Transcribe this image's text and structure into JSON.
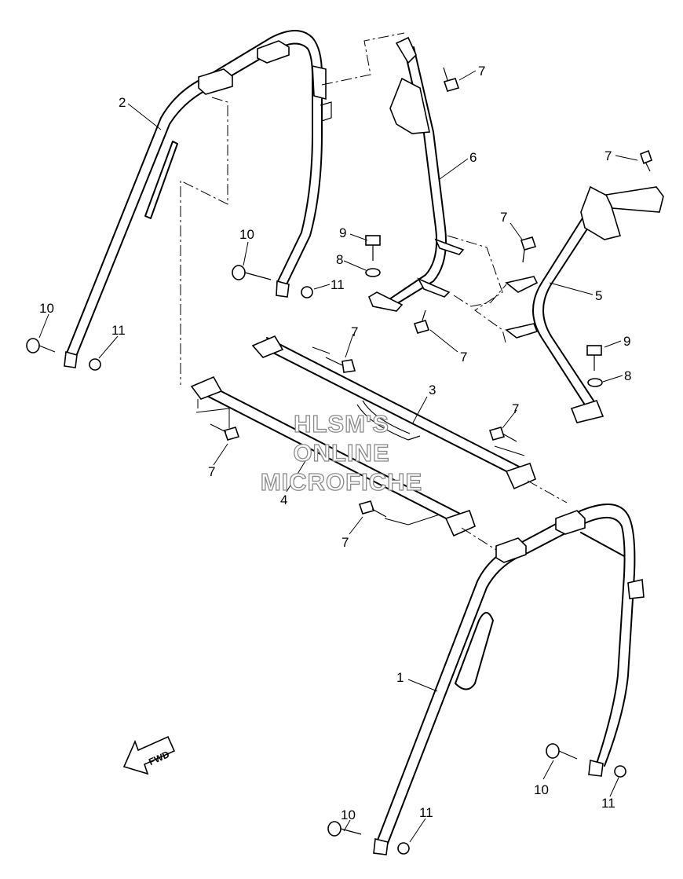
{
  "callouts": {
    "p1": "1",
    "p2": "2",
    "p3": "3",
    "p4": "4",
    "p5": "5",
    "p6": "6",
    "b7a": "7",
    "b7b": "7",
    "b7c": "7",
    "b7d": "7",
    "b7e": "7",
    "b7f": "7",
    "b7g": "7",
    "b7h": "7",
    "w8a": "8",
    "w8b": "8",
    "b9a": "9",
    "b9b": "9",
    "b10a": "10",
    "b10b": "10",
    "b10c": "10",
    "b10d": "10",
    "n11a": "11",
    "n11b": "11",
    "n11c": "11",
    "n11d": "11"
  },
  "watermark": {
    "line1": "HLSM'S",
    "line2": "ONLINE",
    "line3": "MICROFICHE"
  },
  "fwd_arrow": {
    "label": "FWD",
    "icon": "fwd-arrow-icon"
  }
}
